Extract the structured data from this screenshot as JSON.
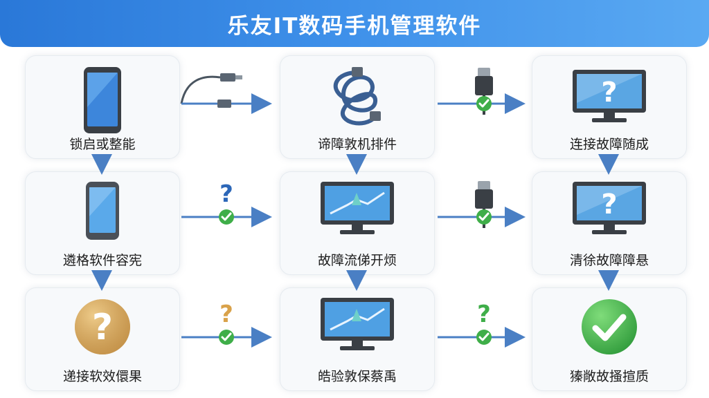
{
  "header": {
    "title": "乐友IT数码手机管理软件"
  },
  "cards": [
    {
      "id": "r1c1",
      "label": "锁启或整能",
      "icon": "smartphone-icon"
    },
    {
      "id": "r1c2",
      "label": "谛障敦机排件",
      "icon": "usb-cable-icon"
    },
    {
      "id": "r1c3",
      "label": "连接故障随成",
      "icon": "monitor-question-icon"
    },
    {
      "id": "r2c1",
      "label": "遴格软件容宪",
      "icon": "smartphone-icon"
    },
    {
      "id": "r2c2",
      "label": "故障流俤开烦",
      "icon": "monitor-chart-icon"
    },
    {
      "id": "r2c3",
      "label": "清徐故障障悬",
      "icon": "monitor-question-icon"
    },
    {
      "id": "r3c1",
      "label": "递接软效儇果",
      "icon": "question-circle-icon"
    },
    {
      "id": "r3c2",
      "label": "皓验敦保蔡禹",
      "icon": "monitor-chart-icon"
    },
    {
      "id": "r3c3",
      "label": "獉敞故搔揎质",
      "icon": "check-circle-icon"
    }
  ],
  "colors": {
    "header_start": "#2a78d8",
    "header_end": "#5aa9f2",
    "arrow": "#4a7fc4",
    "check": "#3fae49",
    "question_blue": "#2c67b8",
    "question_gold": "#d9a24a"
  }
}
